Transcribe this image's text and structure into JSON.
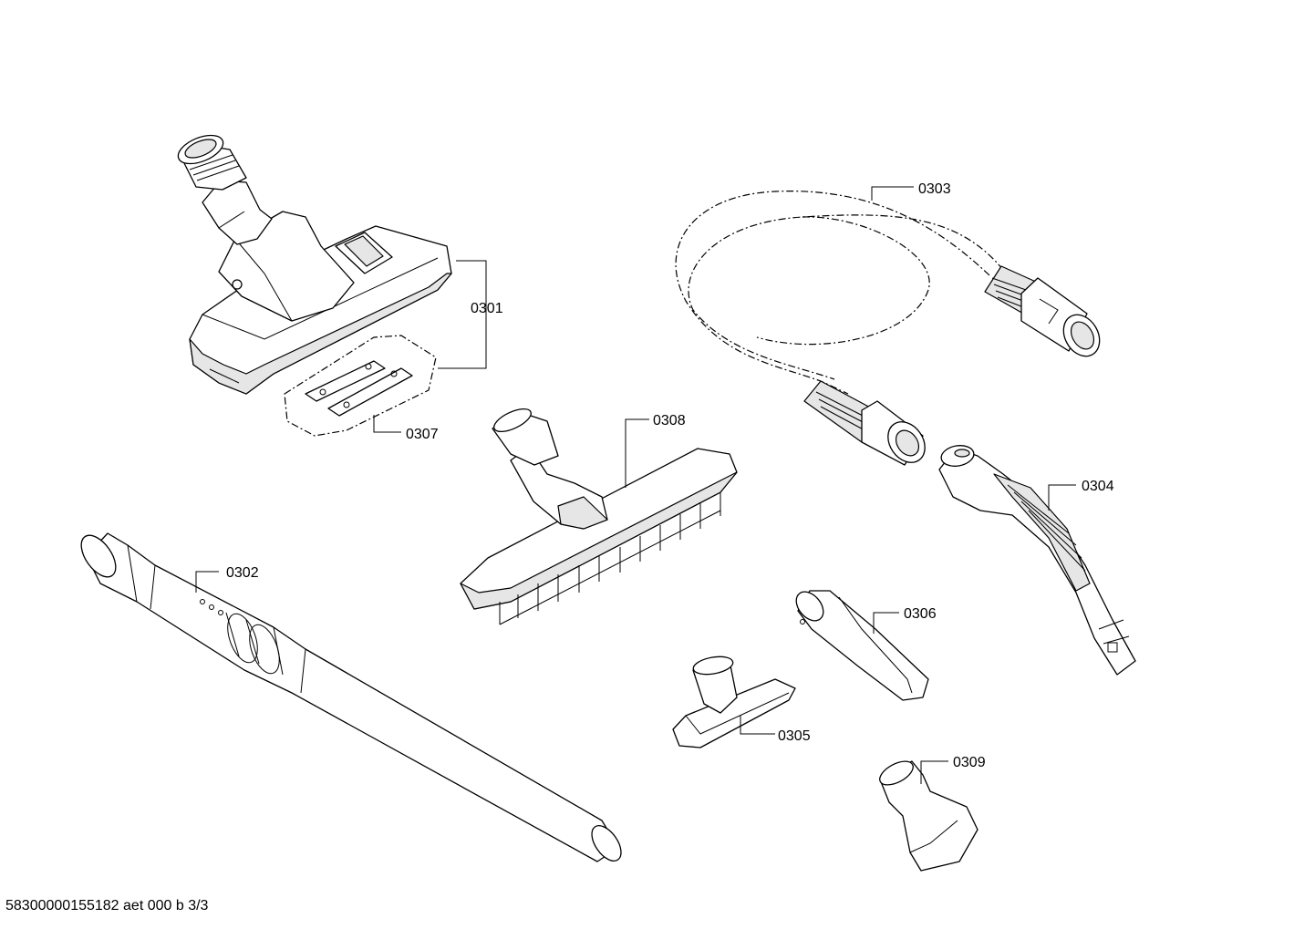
{
  "diagram": {
    "part_labels": {
      "p0301": "0301",
      "p0302": "0302",
      "p0303": "0303",
      "p0304": "0304",
      "p0305": "0305",
      "p0306": "0306",
      "p0307": "0307",
      "p0308": "0308",
      "p0309": "0309"
    },
    "footer": "58300000155182 aet 000 b 3/3"
  }
}
